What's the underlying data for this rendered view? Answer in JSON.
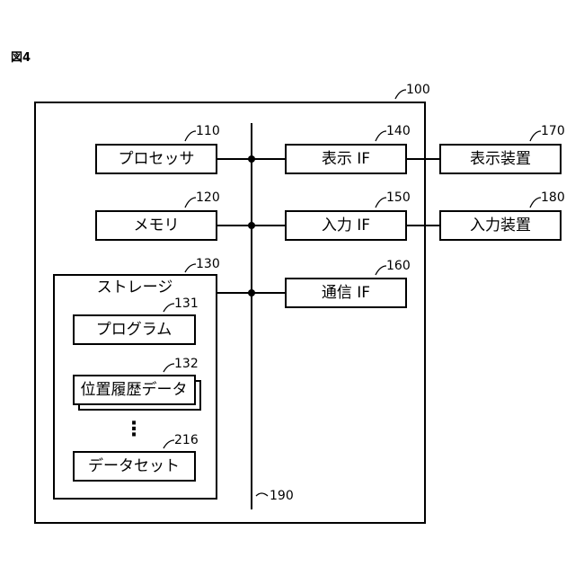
{
  "figure_label": "図4",
  "refs": {
    "device": "100",
    "processor": "110",
    "memory": "120",
    "storage": "130",
    "program": "131",
    "location_history": "132",
    "display_if": "140",
    "input_if": "150",
    "comm_if": "160",
    "display_device": "170",
    "input_device": "180",
    "bus": "190",
    "dataset": "216"
  },
  "labels": {
    "processor": "プロセッサ",
    "memory": "メモリ",
    "storage": "ストレージ",
    "program": "プログラム",
    "location_history": "位置履歴データ",
    "dataset": "データセット",
    "display_if": "表示 IF",
    "input_if": "入力 IF",
    "comm_if": "通信 IF",
    "display_device": "表示装置",
    "input_device": "入力装置",
    "ellipsis": "⋮"
  }
}
